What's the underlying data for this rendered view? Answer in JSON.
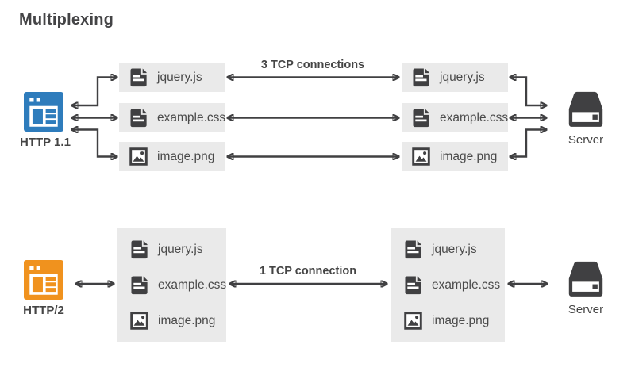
{
  "title": "Multiplexing",
  "palette": {
    "http1_accent": "#2E7CBC",
    "http2_accent": "#F0921E",
    "arrow_dark": "#404042",
    "box_background": "#EAEAEA",
    "text_gray": "#454545"
  },
  "http1_flow": {
    "client_label": "HTTP 1.1",
    "server_label": "Server",
    "connection_label": "3 TCP connections",
    "files": [
      {
        "name": "jquery.js",
        "type": "document"
      },
      {
        "name": "example.css",
        "type": "document"
      },
      {
        "name": "image.png",
        "type": "image"
      }
    ]
  },
  "http2_flow": {
    "client_label": "HTTP/2",
    "server_label": "Server",
    "connection_label": "1 TCP connection",
    "files": [
      {
        "name": "jquery.js",
        "type": "document"
      },
      {
        "name": "example.css",
        "type": "document"
      },
      {
        "name": "image.png",
        "type": "image"
      }
    ]
  }
}
